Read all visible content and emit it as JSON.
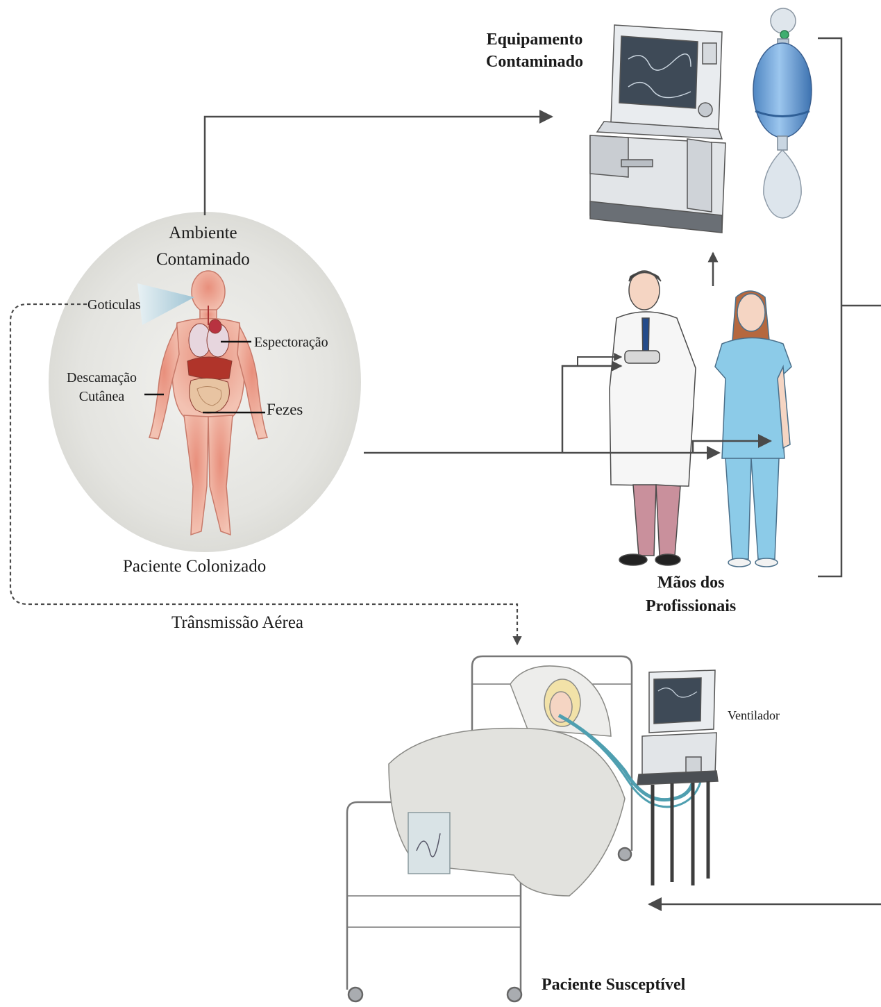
{
  "labels": {
    "equipment_line1": "Equipamento",
    "equipment_line2": "Contaminado",
    "environment_line1": "Ambiente",
    "environment_line2": "Contaminado",
    "droplets": "Goticulas",
    "sputum": "Espectoração",
    "skin_line1": "Descamação",
    "skin_line2": "Cutânea",
    "feces": "Fezes",
    "colonized_patient": "Paciente Colonizado",
    "airborne": "Trânsmissão Aérea",
    "hands_line1": "Mãos dos",
    "hands_line2": "Profissionais",
    "ventilator": "Ventilador",
    "susceptible_patient": "Paciente Susceptível"
  },
  "colors": {
    "arrow": "#4a4a4a",
    "halo": "#e6e6e2",
    "body": "#eeaa98",
    "scrubs": "#8ccbe8",
    "coat": "#f6f6f6",
    "trousers": "#c9909c",
    "bag": "#6fa8dd",
    "tubing": "#4f9fb0",
    "blanket": "#e2e2de"
  },
  "icons": [
    "ventilator-monitor-icon",
    "ambu-bag-icon",
    "doctor-figure",
    "nurse-figure",
    "human-body-icon",
    "hospital-bed-icon",
    "droplet-spray-icon"
  ]
}
